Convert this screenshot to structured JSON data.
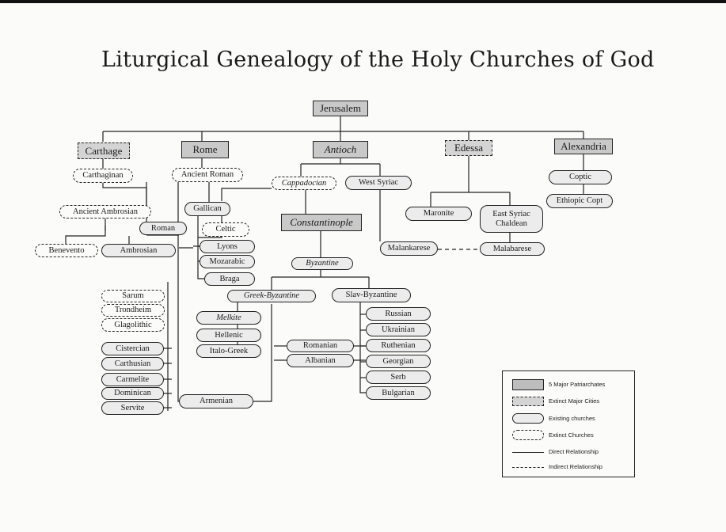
{
  "title": "Liturgical Genealogy of the Holy Churches of God",
  "nodes": {
    "jerusalem": "Jerusalem",
    "carthage": "Carthage",
    "rome": "Rome",
    "antioch": "Antioch",
    "edessa": "Edessa",
    "alexandria": "Alexandria",
    "carthaginian": "Carthaginan",
    "ancient_roman": "Ancient Roman",
    "cappadocian": "Cappadocian",
    "west_syriac": "West Syriac",
    "coptic": "Coptic",
    "ethiopic_copt": "Ethiopic Copt",
    "ancient_ambrosian": "Ancient Ambrosian",
    "gallican": "Gallican",
    "roman": "Roman",
    "celtic": "Celtic",
    "constantinople": "Constantinople",
    "maronite": "Maronite",
    "east_syriac": "East Syriac Chaldean",
    "benevento": "Benevento",
    "ambrosian": "Ambrosian",
    "lyons": "Lyons",
    "mozarabic": "Mozarabic",
    "braga": "Braga",
    "byzantine": "Byzantine",
    "malankarese": "Malankarese",
    "malabarese": "Malabarese",
    "sarum": "Sarum",
    "trondheim": "Trondheim",
    "glagolithic": "Glagolithic",
    "greek_byzantine": "Greek-Byzantine",
    "slav_byzantine": "Slav-Byzantine",
    "melkite": "Melkite",
    "hellenic": "Hellenic",
    "italo_greek": "Italo-Greek",
    "russian": "Russian",
    "ukrainian": "Ukrainian",
    "ruthenian": "Ruthenian",
    "georgian": "Georgian",
    "serb": "Serb",
    "bulgarian": "Bulgarian",
    "romanian": "Romanian",
    "albanian": "Albanian",
    "cistercian": "Cistercian",
    "carthusian": "Carthusian",
    "carmelite": "Carmelite",
    "dominican": "Dominican",
    "servite": "Servite",
    "armenian": "Armenian"
  },
  "legend": {
    "major_patriarchates": "5 Major Patriarchates",
    "extinct_cities": "Extinct Major Cities",
    "existing_churches": "Existing churches",
    "extinct_churches": "Extinct Churches",
    "direct": "Direct Relationship",
    "indirect": "Indirect Relationship"
  }
}
